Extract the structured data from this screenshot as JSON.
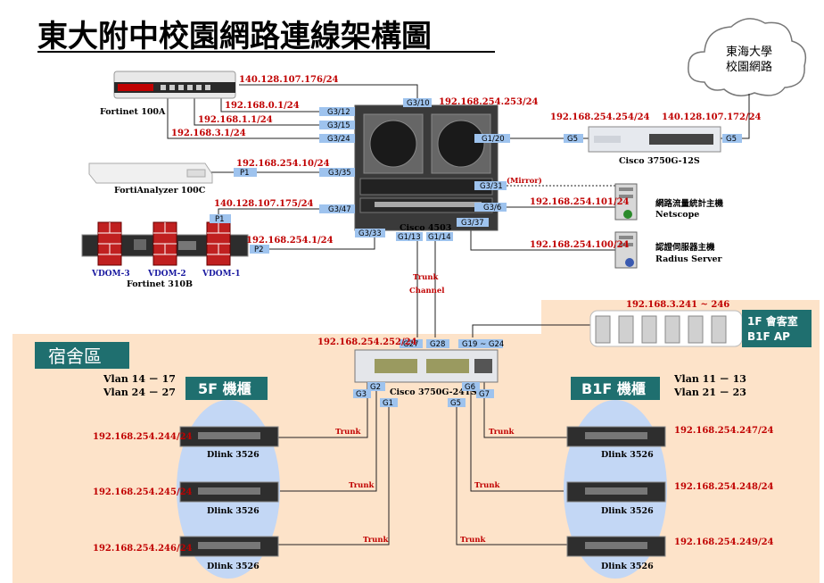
{
  "title": "東大附中校園網路連線架構圖",
  "cloud": {
    "line1": "東海大學",
    "line2": "校園網路"
  },
  "zones": {
    "dorm": "宿舍區",
    "ap_line1": "1F 會客室",
    "ap_line2": "B1F AP",
    "ap_range": "192.168.3.241 ~ 246"
  },
  "cabinets": {
    "left": "5F 機櫃",
    "right": "B1F 機櫃"
  },
  "vlans": {
    "left1": "Vlan 14 － 17",
    "left2": "Vlan 24 － 27",
    "right1": "Vlan 11 － 13",
    "right2": "Vlan 21 － 23"
  },
  "devices": {
    "fortinet100a": "Fortinet 100A",
    "fortianalyzer": "FortiAnalyzer 100C",
    "fortinet310b": "Fortinet 310B",
    "cisco4503": "Cisco 4503",
    "cisco3750_12s": "Cisco 3750G-12S",
    "cisco3750_24ts": "Cisco 3750G-24TS",
    "netscope_cn": "網路流量統計主機",
    "netscope": "Netscope",
    "radius_cn": "認證伺服器主機",
    "radius": "Radius Server",
    "dlink": "Dlink 3526"
  },
  "vdom": [
    "VDOM-3",
    "VDOM-2",
    "VDOM-1"
  ],
  "ips": {
    "ip_100a_wan": "140.128.107.176/24",
    "ip_g310": "192.168.254.253/24",
    "ip_g312": "192.168.0.1/24",
    "ip_g315": "192.168.1.1/24",
    "ip_g324": "192.168.3.1/24",
    "ip_12s_l": "192.168.254.254/24",
    "ip_12s_r": "140.128.107.172/24",
    "ip_analyzer": "192.168.254.10/24",
    "ip_310b_p1": "140.128.107.175/24",
    "ip_310b_p2": "192.168.254.1/24",
    "ip_netscope": "192.168.254.101/24",
    "ip_radius": "192.168.254.100/24",
    "ip_24ts": "192.168.254.252/24",
    "ip_d1": "192.168.254.244/24",
    "ip_d2": "192.168.254.245/24",
    "ip_d3": "192.168.254.246/24",
    "ip_d4": "192.168.254.247/24",
    "ip_d5": "192.168.254.248/24",
    "ip_d6": "192.168.254.249/24"
  },
  "ports": {
    "g310": "G3/10",
    "g312": "G3/12",
    "g315": "G3/15",
    "g324": "G3/24",
    "g335": "G3/35",
    "g347": "G3/47",
    "g333": "G3/33",
    "g113": "G1/13",
    "g114": "G1/14",
    "g120": "G1/20",
    "g331": "G3/31",
    "g36": "G3/6",
    "g337": "G3/37",
    "g5a": "G5",
    "g5b": "G5",
    "p1a": "P1",
    "p1b": "P1",
    "p2": "P2",
    "g27": "G27",
    "g28": "G28",
    "g1924": "G19 ~ G24",
    "g3": "G3",
    "g2": "G2",
    "g1": "G1",
    "g5": "G5",
    "g6": "G6",
    "g7": "G7"
  },
  "labels": {
    "mirror": "(Mirror)",
    "trunk": "Trunk",
    "channel": "Channel"
  }
}
